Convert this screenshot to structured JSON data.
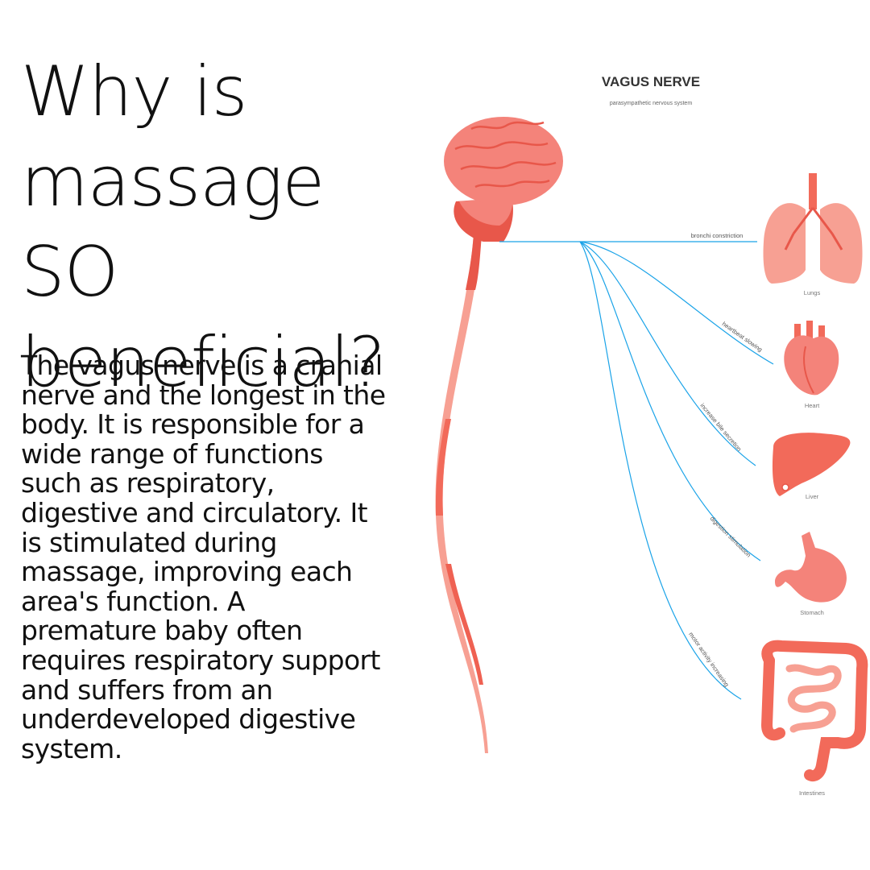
{
  "headline": {
    "line1": "Why is",
    "line2": "massage SO",
    "line3": "beneficial?"
  },
  "body": {
    "lines": [
      "The vagus nerve is a cranial",
      "nerve and the longest in the",
      "body. It is responsible for a",
      "wide range of functions",
      "such as respiratory,",
      "digestive and circulatory. It",
      "is stimulated during",
      "massage, improving each",
      "area's function. A",
      "premature baby often",
      "requires respiratory support",
      "and suffers from an",
      "underdeveloped digestive",
      "system."
    ]
  },
  "diagram": {
    "title": "VAGUS NERVE",
    "subtitle": "parasympathetic nervous system",
    "branches": [
      {
        "label": "bronchi constriction",
        "organ": "Lungs"
      },
      {
        "label": "heartbeat slowing",
        "organ": "Heart"
      },
      {
        "label": "increase bile secretion",
        "organ": "Liver"
      },
      {
        "label": "digestion stimulation",
        "organ": "Stomach"
      },
      {
        "label": "motor activity increasing",
        "organ": "Intestines"
      }
    ],
    "colors": {
      "nerve": "#1aa3e8",
      "organ": "#f26a5a",
      "organ_light": "#f7a093",
      "brain": "#f4837a"
    }
  }
}
